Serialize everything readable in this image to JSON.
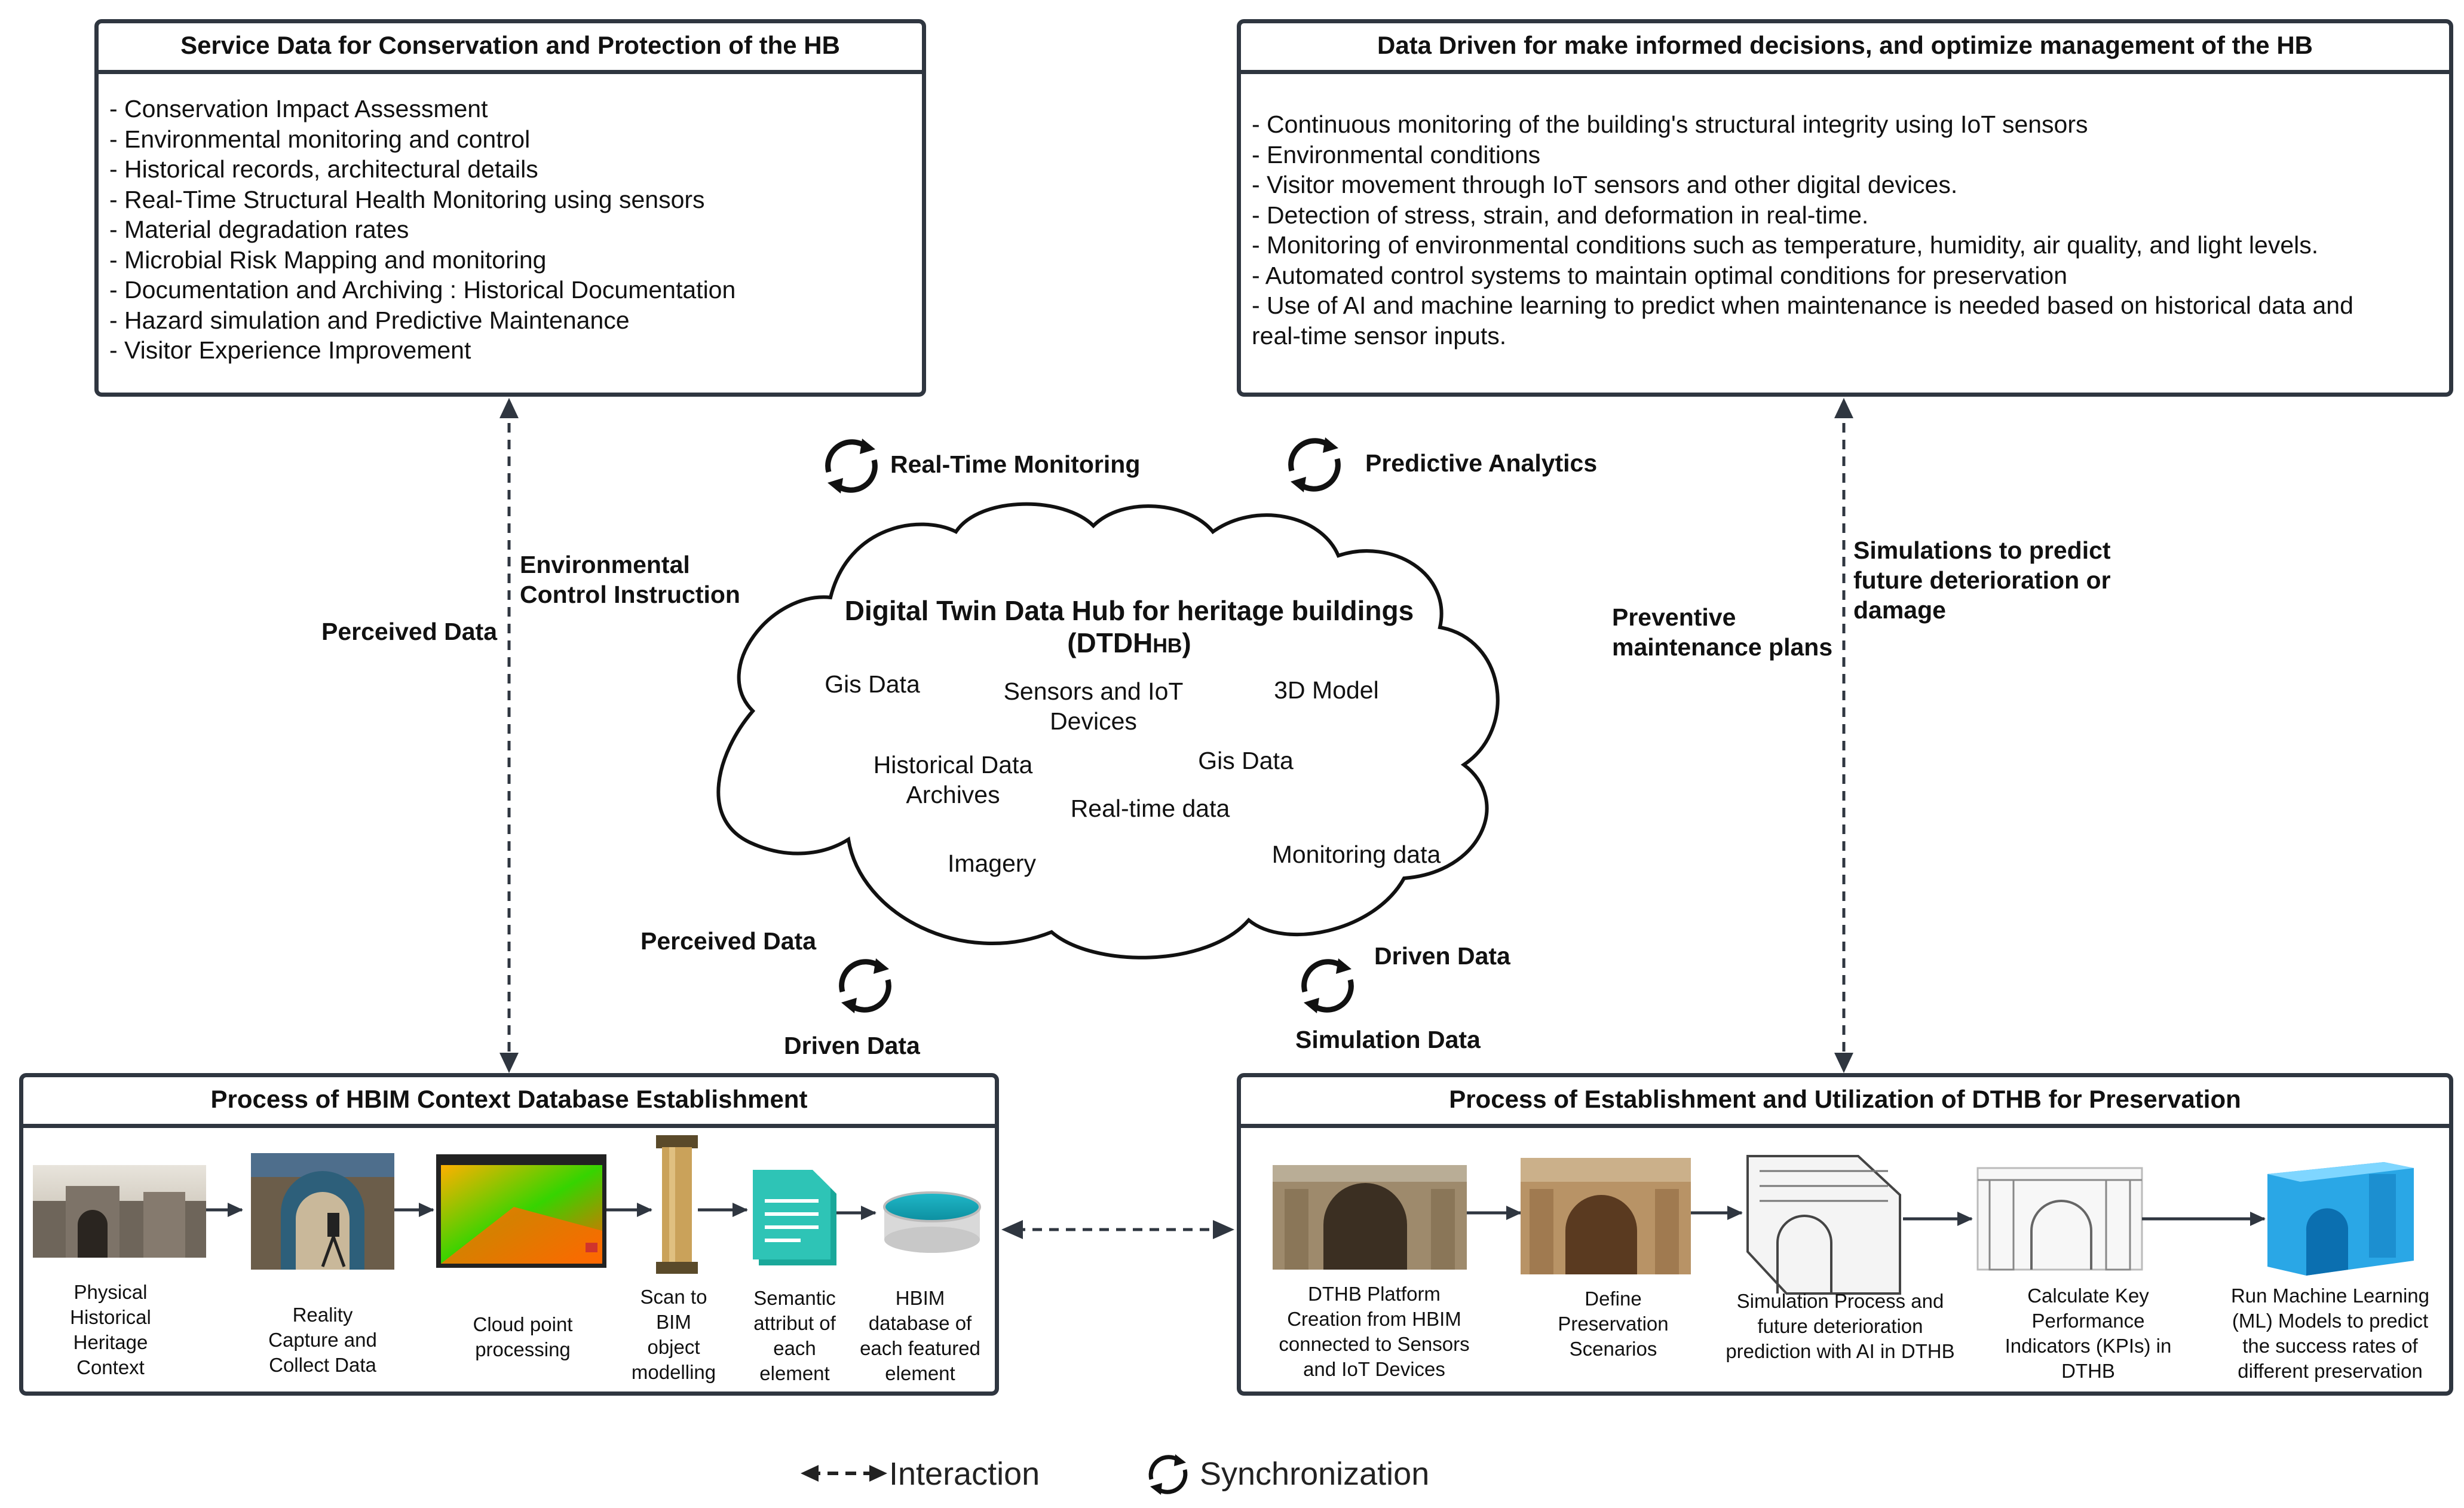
{
  "top_left": {
    "title": "Service Data for Conservation and Protection of the HB",
    "items": [
      "- Conservation Impact Assessment",
      "- Environmental monitoring and control",
      "- Historical records, architectural details",
      "- Real-Time Structural Health Monitoring using sensors",
      "- Material degradation rates",
      "- Microbial Risk Mapping and monitoring",
      "- Documentation and Archiving : Historical Documentation",
      "- Hazard simulation and Predictive Maintenance",
      "- Visitor Experience Improvement"
    ]
  },
  "top_right": {
    "title": "Data Driven for make informed decisions, and optimize management of the HB",
    "items": [
      "- Continuous monitoring of the building's structural integrity using IoT sensors",
      "- Environmental conditions",
      "- Visitor movement through IoT sensors and other digital devices.",
      "- Detection of stress, strain, and deformation in real-time.",
      "- Monitoring of environmental conditions such as temperature, humidity, air quality, and light levels.",
      "- Automated control systems to maintain optimal conditions for preservation",
      "- Use of AI and machine learning to predict when maintenance is needed based on historical data and",
      "real-time sensor inputs."
    ]
  },
  "hub": {
    "title": "Digital Twin Data Hub for heritage buildings",
    "abbr": "(DTDH",
    "abbr_sub": "HB",
    "abbr_end": ")",
    "items": {
      "gis1": "Gis Data",
      "sensors": "Sensors and IoT\nDevices",
      "model3d": "3D Model",
      "historical": "Historical Data\nArchives",
      "gis2": "Gis Data",
      "realtime": "Real-time data",
      "imagery": "Imagery",
      "monitoring": "Monitoring data"
    }
  },
  "labels": {
    "realtime_monitoring": "Real-Time Monitoring",
    "predictive_analytics": "Predictive Analytics",
    "perceived_data_left": "Perceived Data",
    "env_control": "Environmental\nControl Instruction",
    "preventive": "Preventive\nmaintenance plans",
    "simulations": "Simulations to predict\nfuture deterioration or\ndamage",
    "perceived_data_bottom": "Perceived Data",
    "driven_data_bottom_left": "Driven Data",
    "driven_data_bottom_right": "Driven Data",
    "simulation_data": "Simulation Data"
  },
  "bottom_left": {
    "title": "Process of HBIM Context Database Establishment",
    "steps": [
      "Physical\nHistorical\nHeritage\nContext",
      "Reality\nCapture and\nCollect Data",
      "Cloud point\nprocessing",
      "Scan to\nBIM\nobject\nmodelling",
      "Semantic\nattribut of\neach\nelement",
      "HBIM\ndatabase of\neach featured\nelement"
    ]
  },
  "bottom_right": {
    "title": "Process of Establishment and Utilization of DTHB for Preservation",
    "steps": [
      "DTHB Platform\nCreation from HBIM\nconnected to Sensors\nand IoT Devices",
      "Define\nPreservation\nScenarios",
      "Simulation Process and\nfuture deterioration\nprediction with AI in DTHB",
      "Calculate Key\nPerformance\nIndicators (KPIs) in\nDTHB",
      "Run Machine Learning\n(ML) Models to predict\nthe success rates of\ndifferent preservation"
    ]
  },
  "legend": {
    "interaction": "Interaction",
    "synchronization": "Synchronization"
  },
  "colors": {
    "border": "#2f3640",
    "stone": "#a08c74",
    "green_doc": "#2ec4b6",
    "ml_blue": "#2aa7e6"
  }
}
